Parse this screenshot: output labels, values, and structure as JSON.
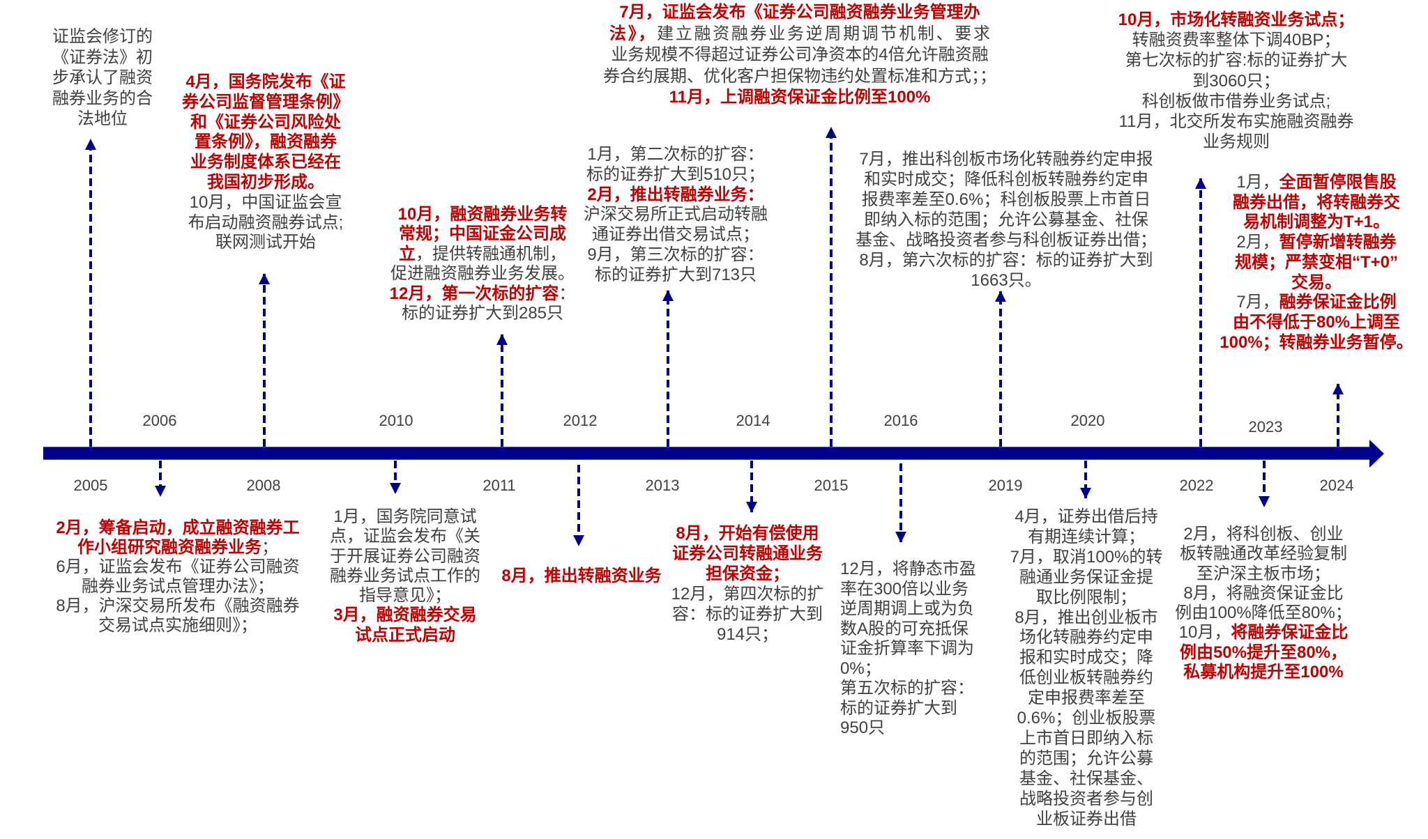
{
  "colors": {
    "timeline": "#00008b",
    "highlight_text": "#c00000",
    "body_text": "#404040"
  },
  "timeline": {
    "years_above": [
      "2006",
      "2010",
      "2012",
      "2014",
      "2016",
      "2020",
      "2023"
    ],
    "years_below": [
      "2005",
      "2008",
      "2011",
      "2013",
      "2015",
      "2019",
      "2022",
      "2024"
    ]
  },
  "events": {
    "y2005": {
      "year": "2005",
      "lines": [
        "证监会修订的",
        "《证券法》初",
        "步承认了融资",
        "融券业务的合",
        "法地位"
      ]
    },
    "y2008": {
      "year": "2008",
      "lines": [
        [
          {
            "text": "4月，国务院发布《证",
            "emphasis": true
          }
        ],
        [
          {
            "text": "券公司监督管理条例》",
            "emphasis": true
          }
        ],
        [
          {
            "text": "和《证券公司风险处",
            "emphasis": true
          }
        ],
        [
          {
            "text": "置条例》，融资融券",
            "emphasis": true
          }
        ],
        [
          {
            "text": "业务制度体系已经在",
            "emphasis": true
          }
        ],
        [
          {
            "text": "我国初步形成。",
            "emphasis": true
          }
        ],
        "10月，中国证监会宣",
        "布启动融资融券试点;",
        "联网测试开始"
      ]
    },
    "y2011": {
      "year": "2011",
      "lines": [
        [
          {
            "text": "10月，融资融券业务转",
            "emphasis": true
          }
        ],
        [
          {
            "text": "常规；中国证金公司成",
            "emphasis": true
          }
        ],
        [
          {
            "text": "立",
            "emphasis": true
          },
          {
            "text": "，提供转融通机制，"
          }
        ],
        "促进融资融券业务发展。",
        [
          {
            "text": "12月，第一次标的扩容",
            "emphasis": true
          },
          {
            "text": "："
          }
        ],
        "标的证券扩大到285只"
      ]
    },
    "y2013": {
      "year": "2013",
      "lines": [
        "1月，第二次标的扩容：",
        "标的证券扩大到510只；",
        [
          {
            "text": "2月，推出转融券业务：",
            "emphasis": true
          }
        ],
        "沪深交易所正式启动转融",
        "通证券出借交易试点；",
        "9月，第三次标的扩容：",
        "标的证券扩大到713只"
      ]
    },
    "y2015": {
      "year": "2015",
      "lines": [
        [
          {
            "text": "7月，证监会发布《证券公司融资融券业务管理办",
            "emphasis": true
          }
        ],
        [
          {
            "text": "法》，",
            "emphasis": true
          },
          {
            "text": "建立融资融券业务逆周期调节机制、要求"
          }
        ],
        "业务规模不得超过证券公司净资本的4倍允许融资融",
        "券合约展期、优化客户担保物违约处置标准和方式；；",
        [
          {
            "text": "11月，上调融资保证金比例至100%",
            "emphasis": true
          }
        ]
      ]
    },
    "y2019": {
      "year": "2019",
      "lines": [
        "7月，推出科创板市场化转融券约定申报",
        "和实时成交；降低科创板转融券约定申",
        "报费率差至0.6%；科创板股票上市首日",
        "即纳入标的范围；允许公募基金、社保",
        "基金、战略投资者参与科创板证券出借；",
        "8月，第六次标的扩容：标的证券扩大到",
        "1663只。"
      ]
    },
    "y2022": {
      "year": "2022",
      "lines": [
        [
          {
            "text": "10月，市场化转融资业务试点；",
            "emphasis": true
          }
        ],
        "转融资费率整体下调40BP；",
        "第七次标的扩容:标的证券扩大",
        "到3060只；",
        "科创板做市借券业务试点;",
        "11月，北交所发布实施融资融券",
        "业务规则"
      ]
    },
    "y2024": {
      "year": "2024",
      "lines": [
        [
          {
            "text": "1月，"
          },
          {
            "text": "全面暂停限售股",
            "emphasis": true
          }
        ],
        [
          {
            "text": "融券出借，将转融券交",
            "emphasis": true
          }
        ],
        [
          {
            "text": "易机制调整为T+1。",
            "emphasis": true
          }
        ],
        [
          {
            "text": "2月，"
          },
          {
            "text": "暂停新增转融券",
            "emphasis": true
          }
        ],
        [
          {
            "text": "规模；严禁变相“T+0”",
            "emphasis": true
          }
        ],
        [
          {
            "text": "交易。",
            "emphasis": true
          }
        ],
        [
          {
            "text": "7月，"
          },
          {
            "text": "融券保证金比例",
            "emphasis": true
          }
        ],
        [
          {
            "text": "由不得低于80%上调至",
            "emphasis": true
          }
        ],
        [
          {
            "text": "100%；转融券业务暂停。",
            "emphasis": true
          }
        ]
      ]
    },
    "y2006": {
      "year": "2006",
      "lines": [
        [
          {
            "text": "2月，筹备启动，成立融资融券工",
            "emphasis": true
          }
        ],
        [
          {
            "text": "作小组研究融资融券业务",
            "emphasis": true
          },
          {
            "text": "；"
          }
        ],
        "6月，证监会发布《证券公司融资",
        "融券业务试点管理办法》；",
        "8月，沪深交易所发布《融资融券",
        "交易试点实施细则》；"
      ]
    },
    "y2010": {
      "year": "2010",
      "lines": [
        "1月，国务院同意试",
        "点，证监会发布《关",
        "于开展证券公司融资",
        "融券业务试点工作的",
        "指导意见》；",
        [
          {
            "text": "3月，融资融券交易",
            "emphasis": true
          }
        ],
        [
          {
            "text": "试点正式启动",
            "emphasis": true
          }
        ]
      ]
    },
    "y2012": {
      "year": "2012",
      "lines": [
        [
          {
            "text": "8月，推出转融资业务",
            "emphasis": true
          }
        ]
      ]
    },
    "y2014": {
      "year": "2014",
      "lines": [
        [
          {
            "text": "8月，开始有偿使用",
            "emphasis": true
          }
        ],
        [
          {
            "text": "证券公司转融通业务",
            "emphasis": true
          }
        ],
        [
          {
            "text": "担保资金；",
            "emphasis": true
          }
        ],
        "12月，第四次标的扩",
        "容：标的证券扩大到",
        "914只；"
      ]
    },
    "y2016": {
      "year": "2016",
      "lines": [
        "12月，将静态市盈",
        "率在300倍以业务",
        "逆周期调上或为负",
        "数A股的可充抵保",
        "证金折算率下调为",
        "0%；",
        "第五次标的扩容：",
        "标的证券扩大到",
        "950只"
      ]
    },
    "y2020": {
      "year": "2020",
      "lines": [
        "4月，证券出借后持",
        "有期连续计算；",
        "7月，取消100%的转",
        "融通业务保证金提",
        "取比例限制；",
        "8月，推出创业板市",
        "场化转融券约定申",
        "报和实时成交；降",
        "低创业板转融券约",
        "定申报费率差至",
        "0.6%；创业板股票",
        "上市首日即纳入标",
        "的范围；允许公募",
        "基金、社保基金、",
        "战略投资者参与创",
        "业板证券出借"
      ]
    },
    "y2023": {
      "year": "2023",
      "lines": [
        "2月，将科创板、创业",
        "板转融通改革经验复制",
        "至沪深主板市场；",
        "8月，将融资保证金比",
        "例由100%降低至80%；",
        [
          {
            "text": "10月，"
          },
          {
            "text": "将融券保证金比",
            "emphasis": true
          }
        ],
        [
          {
            "text": "例由50%提升至80%，",
            "emphasis": true
          }
        ],
        [
          {
            "text": "私募机构提升至100%",
            "emphasis": true
          }
        ]
      ]
    }
  }
}
